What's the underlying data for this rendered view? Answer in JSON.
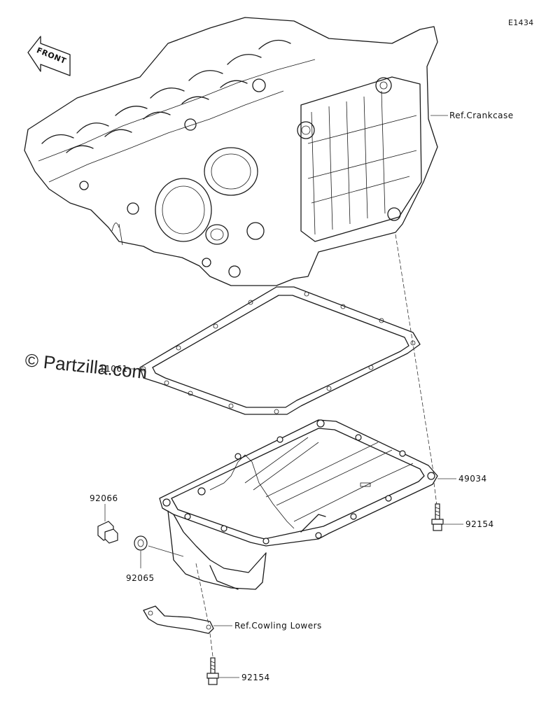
{
  "diagram_code": "E1434",
  "front_label": "FRONT",
  "watermark": "© Partzilla.com",
  "callouts": {
    "crankcase": "Ref.Crankcase",
    "gasket": "11061",
    "oil_pan": "49034",
    "bolt_right": "92154",
    "drain_plug": "92066",
    "washer": "92065",
    "cowling": "Ref.Cowling Lowers",
    "bolt_bottom": "92154"
  }
}
